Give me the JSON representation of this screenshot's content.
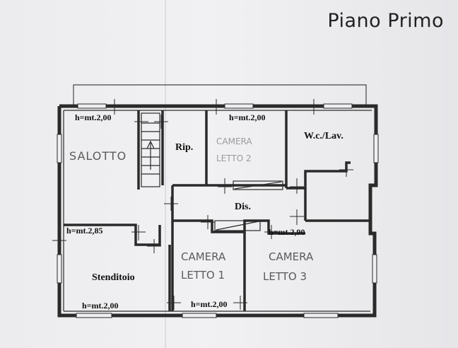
{
  "title": "Piano Primo",
  "colors": {
    "wall": "#2a2a2a",
    "paper": "#efeff1",
    "ink_print": "#111111",
    "ink_hand": "#5a5a5a",
    "ink_hand_faint": "#9a9a9a"
  },
  "rooms": {
    "salotto": "SALOTTO",
    "rip": "Rip.",
    "camera_letto_2_line1": "CAMERA",
    "camera_letto_2_line2": "LETTO 2",
    "wc": "W.c./Lav.",
    "dis": "Dis.",
    "stenditoio": "Stenditoio",
    "camera_letto_1_line1": "CAMERA",
    "camera_letto_1_line2": "LETTO 1",
    "camera_letto_3_line1": "CAMERA",
    "camera_letto_3_line2": "LETTO 3"
  },
  "heights": {
    "salotto": "h=mt.2,00",
    "camera2": "h=mt.2,00",
    "stenditoio_top": "h=mt.2,85",
    "dis_right": "h=mt.2,90",
    "stenditoio_bottom": "h=mt.2,00",
    "letto1_bottom": "h=mt.2,00"
  }
}
